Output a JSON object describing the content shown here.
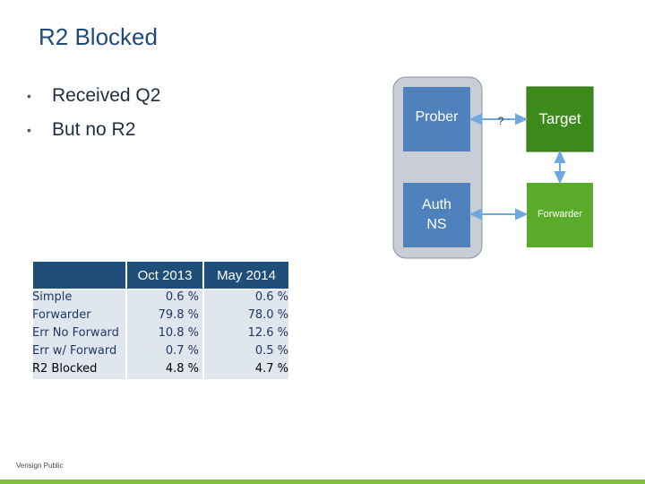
{
  "slide": {
    "title": "R2 Blocked",
    "bullets": [
      "Received Q2",
      "But no R2"
    ],
    "footer": "Verisign Public"
  },
  "diagram": {
    "prober_label": "Prober",
    "auth_label_line1": "Auth",
    "auth_label_line2": "NS",
    "question_label": "?",
    "target_label": "Target",
    "forwarder_label": "Forwarder",
    "colors": {
      "blue_box": "#4f81bd",
      "green_box": "#5aab2a",
      "dark_green_box": "#3c8a1a",
      "container": "#c9ced6"
    }
  },
  "table": {
    "columns": [
      "Oct 2013",
      "May 2014"
    ],
    "rows": [
      {
        "label": "Simple",
        "oct": "0.6 %",
        "may": "0.6 %"
      },
      {
        "label": "Forwarder",
        "oct": "79.8 %",
        "may": "78.0 %"
      },
      {
        "label": "Err No Forward",
        "oct": "10.8 %",
        "may": "12.6 %"
      },
      {
        "label": "Err w/ Forward",
        "oct": "0.7 %",
        "may": "0.5 %"
      },
      {
        "label": "R2 Blocked",
        "oct": "4.8 %",
        "may": "4.7 %"
      }
    ]
  }
}
